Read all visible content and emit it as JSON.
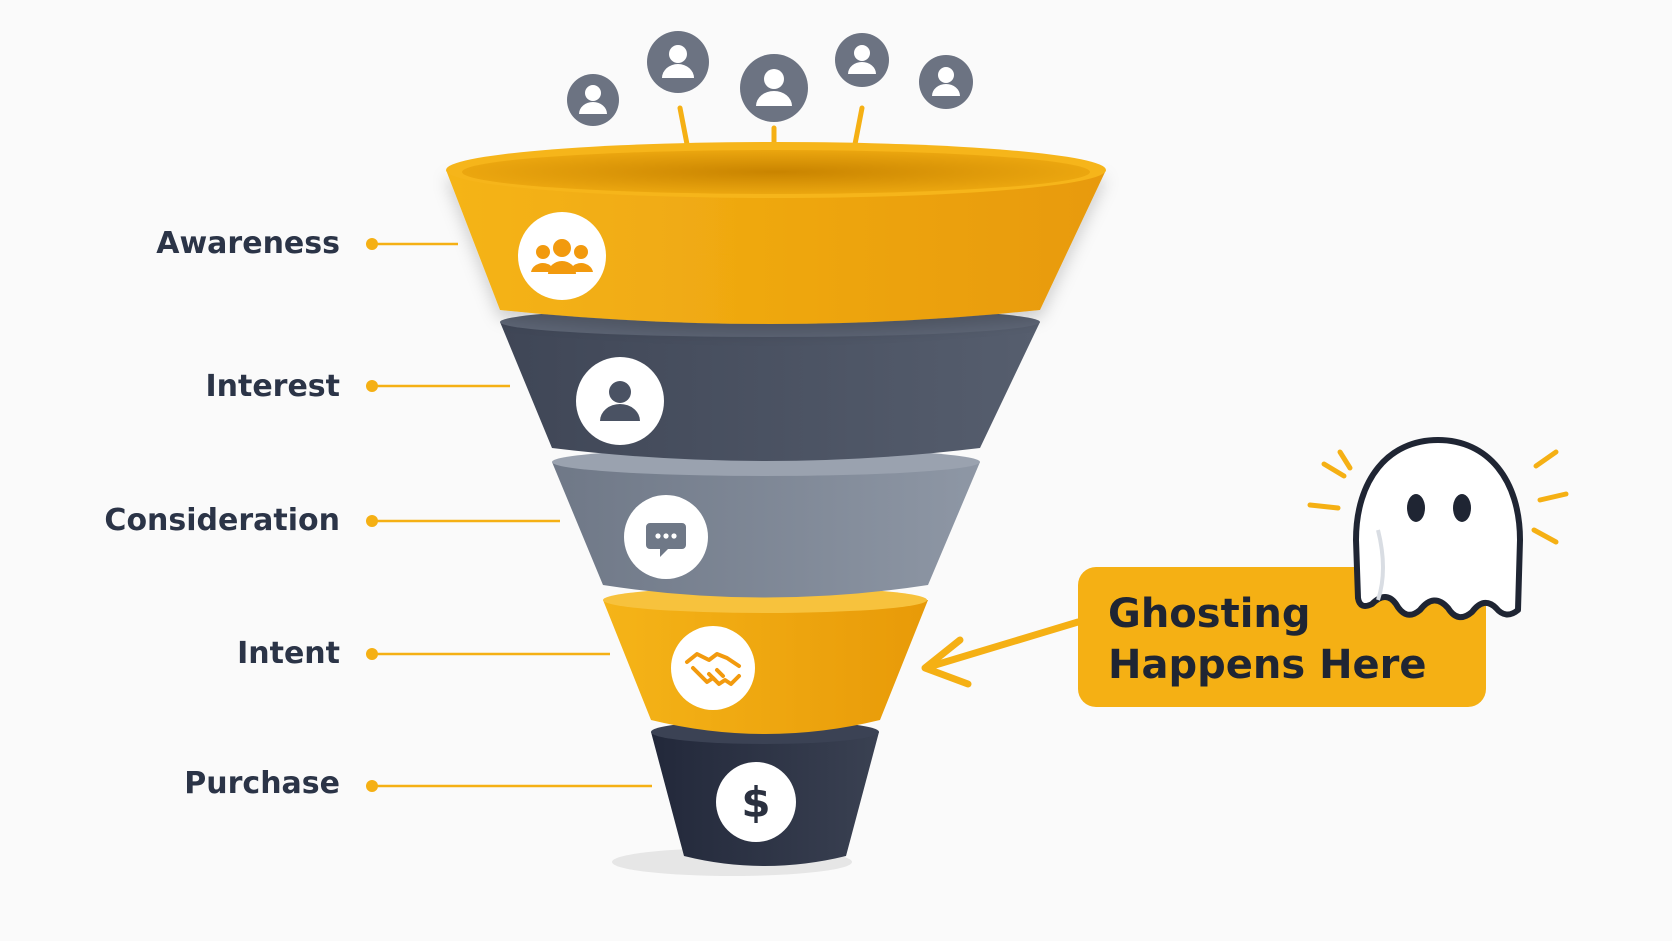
{
  "stages": [
    {
      "label": "Awareness",
      "icon": "group-icon",
      "color": "#f5b014"
    },
    {
      "label": "Interest",
      "icon": "person-icon",
      "color": "#4a5263"
    },
    {
      "label": "Consideration",
      "icon": "chat-bubble-icon",
      "color": "#7e8796"
    },
    {
      "label": "Intent",
      "icon": "handshake-icon",
      "color": "#f5b014"
    },
    {
      "label": "Purchase",
      "icon": "dollar-icon",
      "color": "#2b3140"
    }
  ],
  "incoming_icons": [
    "user-avatar-icon",
    "user-avatar-icon",
    "user-avatar-icon",
    "user-avatar-icon",
    "user-avatar-icon"
  ],
  "callout": {
    "line1": "Ghosting",
    "line2": "Happens Here",
    "points_to": "Intent",
    "icon": "ghost-icon"
  },
  "colors": {
    "accent": "#f5b014",
    "dark": "#2b3140",
    "label": "#2b3447",
    "avatar": "#6c7382"
  }
}
